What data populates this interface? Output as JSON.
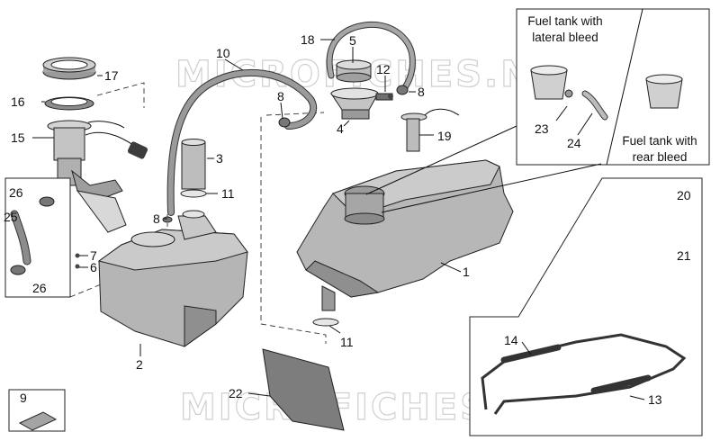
{
  "watermark": "MICROFICHES.NET",
  "inset_top": {
    "left_label": "Fuel tank with lateral bleed",
    "left_label_lines": [
      "Fuel tank with",
      "lateral bleed"
    ],
    "right_label_lines": [
      "Fuel tank with",
      "rear bleed"
    ]
  },
  "callouts": {
    "p1": "1",
    "p2": "2",
    "p3": "3",
    "p4": "4",
    "p5": "5",
    "p6": "6",
    "p7": "7",
    "p8a": "8",
    "p8b": "8",
    "p8c": "8",
    "p9": "9",
    "p10": "10",
    "p11a": "11",
    "p11b": "11",
    "p12": "12",
    "p13": "13",
    "p14": "14",
    "p15": "15",
    "p16": "16",
    "p17": "17",
    "p18": "18",
    "p19": "19",
    "p20": "20",
    "p21": "21",
    "p22": "22",
    "p23": "23",
    "p24": "24",
    "p25": "25",
    "p26a": "26",
    "p26b": "26"
  },
  "colors": {
    "tank": "#b5b5b5",
    "tank_shade": "#8f8f8f",
    "hose": "#8a8a8a",
    "flap": "#7d7d7d",
    "watermark": "#cfcfcf"
  }
}
